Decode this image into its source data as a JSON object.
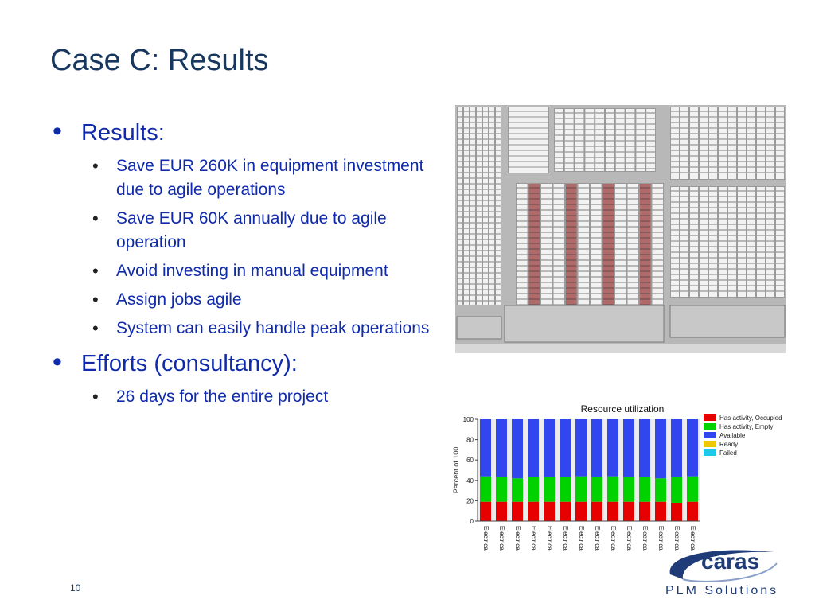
{
  "slide": {
    "title": "Case C: Results",
    "page_number": "10"
  },
  "bullets": {
    "results_label": "Results:",
    "results_items": [
      "Save EUR 260K in equipment investment due to agile operations",
      "Save EUR 60K annually due to agile operation",
      "Avoid investing in manual equipment",
      "Assign jobs agile",
      "System can easily handle peak operations"
    ],
    "efforts_label": "Efforts (consultancy):",
    "efforts_items": [
      "26 days for the entire project"
    ]
  },
  "logo": {
    "word": "caras",
    "sub": "PLM Solutions"
  },
  "colors": {
    "title": "#17375e",
    "text": "#0f2bab",
    "occupied": "#e60000",
    "empty": "#00d200",
    "available": "#3246f0",
    "ready": "#f0c800",
    "failed": "#1ec8e6"
  },
  "chart_data": {
    "type": "bar",
    "stacked": true,
    "title": "Resource utilization",
    "ylabel": "Percent of 100",
    "ylim": [
      0,
      100
    ],
    "yticks": [
      0,
      20,
      40,
      60,
      80,
      100
    ],
    "categories": [
      "Electrica",
      "Electrica",
      "Electrica",
      "Electrica",
      "Electrica",
      "Electrica",
      "Electrica",
      "Electrica",
      "Electrica",
      "Electrica",
      "Electrica",
      "Electrica",
      "Electrica",
      "Electrica"
    ],
    "series": [
      {
        "name": "Has activity, Occupied",
        "color": "#e60000",
        "values": [
          19,
          19,
          19,
          19,
          19,
          19,
          19,
          19,
          19,
          19,
          19,
          19,
          18,
          19
        ]
      },
      {
        "name": "Has activity, Empty",
        "color": "#00d200",
        "values": [
          25,
          24,
          23,
          24,
          24,
          24,
          25,
          24,
          25,
          24,
          24,
          23,
          25,
          25
        ]
      },
      {
        "name": "Available",
        "color": "#3246f0",
        "values": [
          56,
          57,
          58,
          57,
          57,
          57,
          56,
          57,
          56,
          57,
          57,
          58,
          57,
          56
        ]
      },
      {
        "name": "Ready",
        "color": "#f0c800",
        "values": [
          0,
          0,
          0,
          0,
          0,
          0,
          0,
          0,
          0,
          0,
          0,
          0,
          0,
          0
        ]
      },
      {
        "name": "Failed",
        "color": "#1ec8e6",
        "values": [
          0,
          0,
          0,
          0,
          0,
          0,
          0,
          0,
          0,
          0,
          0,
          0,
          0,
          0
        ]
      }
    ],
    "legend": "right",
    "grid": false
  }
}
